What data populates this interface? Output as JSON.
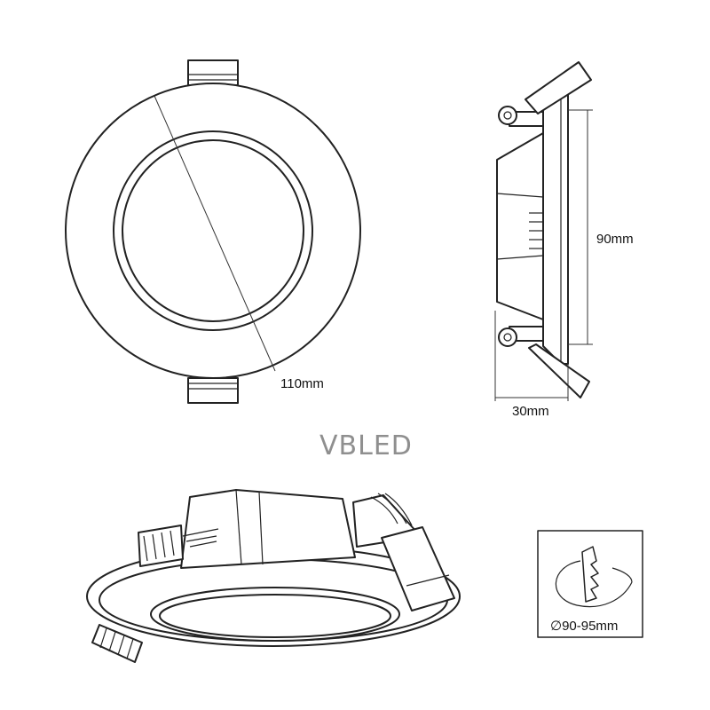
{
  "labels": {
    "diameter": "110mm",
    "height": "90mm",
    "depth": "30mm",
    "cutout": "∅90-95mm"
  },
  "brand": {
    "logo_text": "VBLED",
    "logo_color": "#8f8f8f"
  },
  "icons": {
    "cutout_detail": "saw-cutout-icon"
  }
}
